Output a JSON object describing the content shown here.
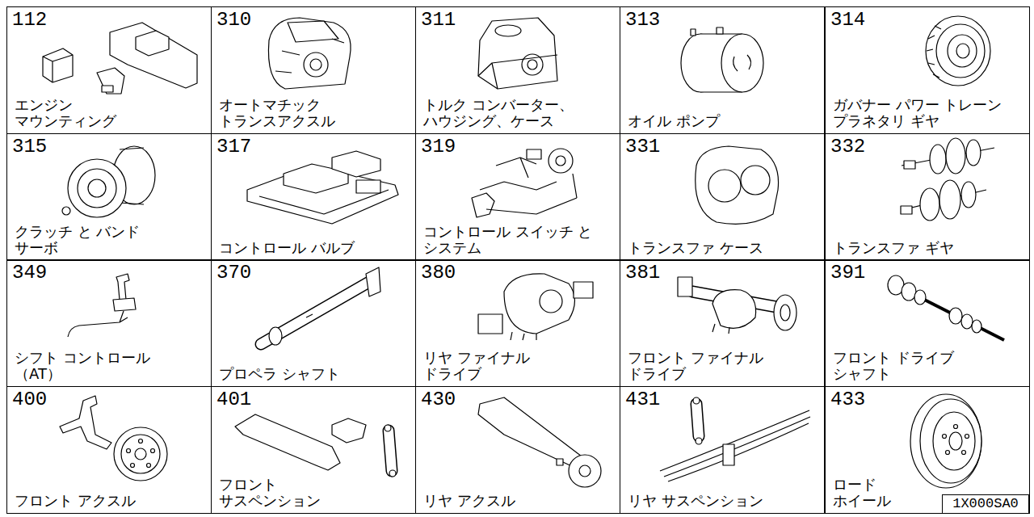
{
  "diagram": {
    "nodes": [
      {
        "text": [
          "112",
          "エンジン マウンティング"
        ]
      },
      {
        "text": [
          "310",
          "オートマチック トランスアクスル"
        ]
      },
      {
        "text": [
          "311",
          "トルク コンバーター、 ハウジング、ケース"
        ]
      },
      {
        "text": [
          "313",
          "オイル ポンプ"
        ]
      },
      {
        "text": [
          "314",
          "ガバナー パワー トレーン プラネタリ ギヤ"
        ]
      },
      {
        "text": [
          "315",
          "クラッチ と バンド サーボ"
        ]
      },
      {
        "text": [
          "317",
          "コントロール バルブ"
        ]
      },
      {
        "text": [
          "319",
          "コントロール スイッチ と システム"
        ]
      },
      {
        "text": [
          "331",
          "トランスファ ケース"
        ]
      },
      {
        "text": [
          "332",
          "トランスファ ギヤ"
        ]
      },
      {
        "text": [
          "349",
          "シフト コントロール （AT）"
        ]
      },
      {
        "text": [
          "370",
          "プロペラ シャフト"
        ]
      },
      {
        "text": [
          "380",
          "リヤ ファイナル ドライブ"
        ]
      },
      {
        "text": [
          "381",
          "フロント ファイナル ドライブ"
        ]
      },
      {
        "text": [
          "391",
          "フロント ドライブ シャフト"
        ]
      },
      {
        "text": [
          "400",
          "フロント アクスル"
        ]
      },
      {
        "text": [
          "401",
          "フロント サスペンション"
        ]
      },
      {
        "text": [
          "430",
          "リヤ アクスル"
        ]
      },
      {
        "text": [
          "431",
          "リヤ サスペンション"
        ]
      },
      {
        "text": [
          "433",
          "ロード ホイール"
        ]
      }
    ],
    "labels": [
      "1X000SA0"
    ]
  }
}
